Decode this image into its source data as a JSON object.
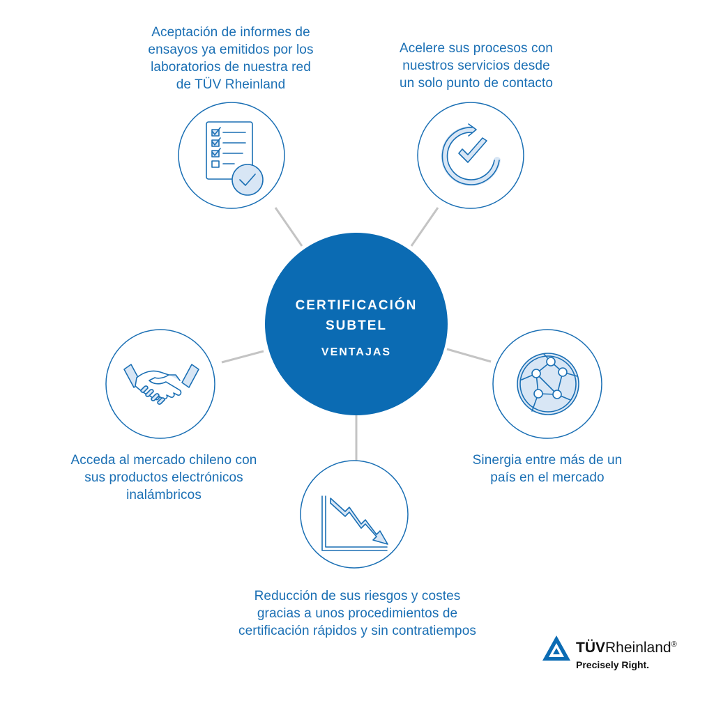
{
  "center": {
    "line1": "CERTIFICACIÓN",
    "line2": "SUBTEL",
    "line3": "VENTAJAS"
  },
  "nodes": [
    {
      "icon": "checklist-icon",
      "label": "Aceptación de informes de\nensayos ya emitidos por los\nlaboratorios de nuestra red\nde TÜV Rheinland"
    },
    {
      "icon": "refresh-check-icon",
      "label": "Acelere sus procesos con\nnuestros servicios desde\nun solo punto de contacto"
    },
    {
      "icon": "handshake-icon",
      "label": "Acceda al mercado chileno con\nsus productos electrónicos\ninalámbricos"
    },
    {
      "icon": "globe-network-icon",
      "label": "Sinergia entre más de un\npaís en el mercado"
    },
    {
      "icon": "declining-chart-icon",
      "label": "Reducción de sus riesgos y costes\ngracias a unos procedimientos de\ncertificación rápidos y sin contratiempos"
    }
  ],
  "logo": {
    "brand_bold": "TÜV",
    "brand_regular": "Rheinland",
    "registered": "®",
    "tagline": "Precisely Right."
  },
  "colors": {
    "primary_blue": "#0b6bb3",
    "line_blue": "#1a6fb4",
    "icon_fill": "#d8e6f5",
    "connector_gray": "#c4c4c4"
  }
}
